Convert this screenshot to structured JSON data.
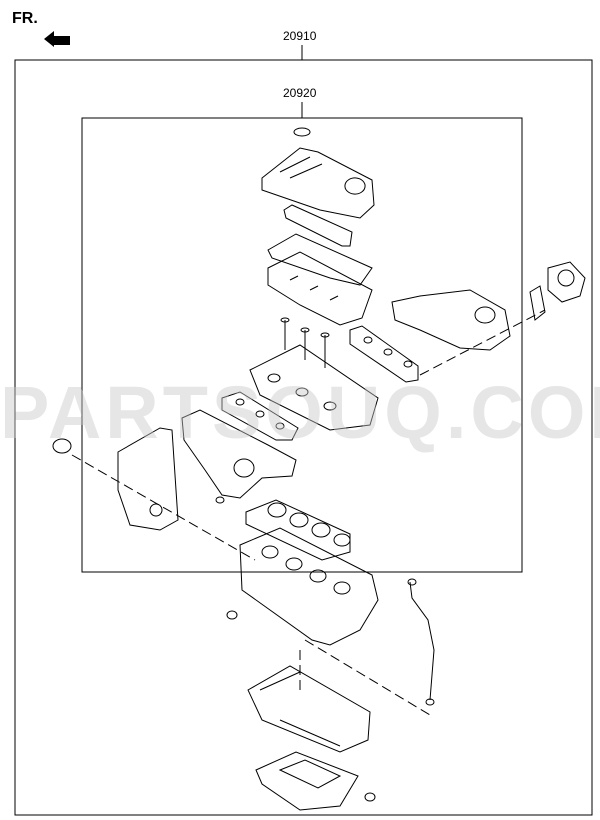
{
  "orientation": {
    "label": "FR.",
    "arrow_icon": "direction-arrow-icon"
  },
  "part_labels": {
    "outer_kit": "20910",
    "inner_kit": "20920"
  },
  "watermark": "PARTSOUQ.COM",
  "colors": {
    "line": "#000000",
    "watermark": "#c8c8c8",
    "background": "#ffffff"
  }
}
